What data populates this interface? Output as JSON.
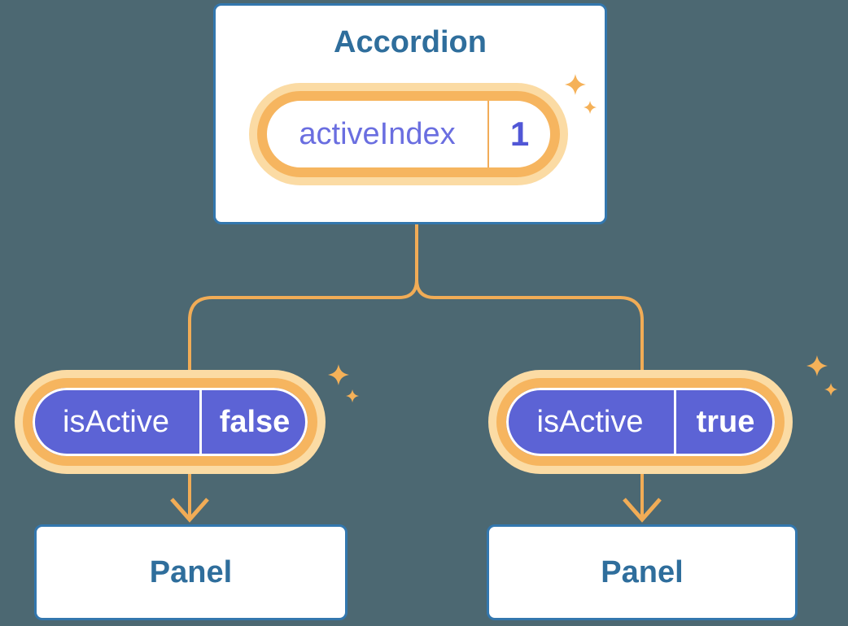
{
  "diagram": {
    "type": "react-component-tree",
    "description": "Accordion parent holding activeIndex state, passing isActive prop to two Panel children",
    "background_color": "#4C6872",
    "colors": {
      "node_border_blue": "#3377AE",
      "node_text_blue": "#2F6E9C",
      "connector_orange": "#F1AC56",
      "pill_ring_orange": "#F6B55F",
      "pill_halo_cream": "#FBDBA4",
      "pill_purple": "#5C63D5",
      "state_label_purple": "#6A6EE0",
      "state_value_indigo": "#5157D6",
      "sparkle_orange": "#F5B158",
      "white": "#FFFFFF"
    },
    "root_node": {
      "title": "Accordion",
      "state_pill": {
        "label": "activeIndex",
        "value": "1"
      }
    },
    "child_nodes": [
      {
        "prop_pill": {
          "label": "isActive",
          "value": "false"
        },
        "panel_label": "Panel"
      },
      {
        "prop_pill": {
          "label": "isActive",
          "value": "true"
        },
        "panel_label": "Panel"
      }
    ]
  }
}
